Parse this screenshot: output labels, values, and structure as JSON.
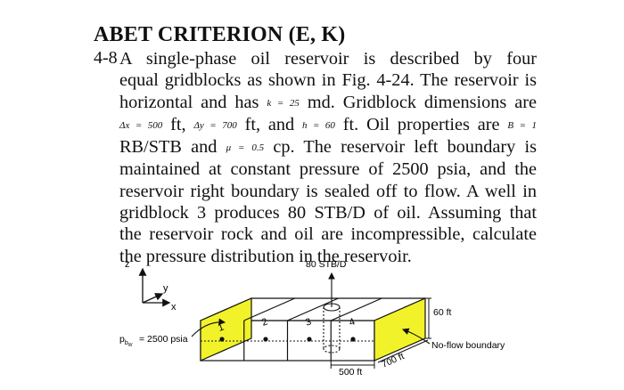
{
  "heading": "ABET CRITERION (E, K)",
  "problem_number": "4-8",
  "para": {
    "l1": "A single-phase oil reservoir is described by four",
    "l2": "equal gridblocks as shown in Fig. 4-24. The reservoir is",
    "l3a": "horizontal and has",
    "k_eq": "k = 25",
    "l3b": "md. Gridblock dimensions are",
    "dx_eq": "Δx = 500",
    "l4a": "ft,",
    "dy_eq": "Δy = 700",
    "l4b": "ft, and",
    "h_eq": "h = 60",
    "l4c": "ft. Oil properties are",
    "B_eq": "B = 1",
    "l5a": "RB/STB and",
    "mu_eq": "μ = 0.5",
    "l5b": "cp. The reservoir left boundary is",
    "l6": "maintained at constant pressure of 2500 psia, and the",
    "l7": "reservoir right boundary is sealed off to flow. A well in",
    "l8": "gridblock 3 produces 80 STB/D of oil. Assuming that",
    "l9": "the reservoir rock and oil are incompressible, calculate",
    "l10": "the pressure distribution in the reservoir."
  },
  "figure": {
    "z_label": "z",
    "y_label": "y",
    "x_label": "x",
    "rate_label": "80 STB/D",
    "block_labels": [
      "1",
      "2",
      "3",
      "4"
    ],
    "pressure_label": "= 2500 psia",
    "pbw_main": "p",
    "pbw_sub": "b",
    "pbw_subsub": "W",
    "height_label": "60 ft",
    "boundary_label": "No-flow boundary",
    "length_label": "500 ft",
    "width_label": "700 ft"
  },
  "colors": {
    "boundary_face": "#f2f22a",
    "ink": "#111111"
  }
}
